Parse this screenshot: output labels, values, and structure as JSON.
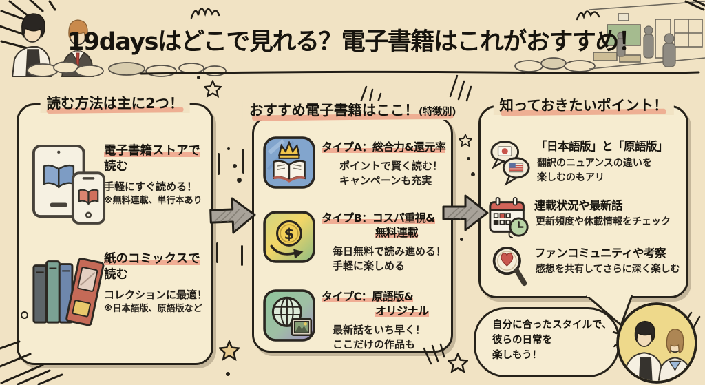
{
  "title": "19daysはどこで見れる？電子書籍はこれがおすすめ！",
  "colors": {
    "paper": "#f1e3c4",
    "panel": "#f6ecd0",
    "ink": "#26221a",
    "accent_pink": "#eda98e",
    "arrow_gray": "#a8a299"
  },
  "left_panel": {
    "header": "読む方法は主に2つ！",
    "items": [
      {
        "icon": "ebook-devices-icon",
        "title1": "電子書籍ストアで",
        "title2": "読む",
        "sub1": "手軽にすぐ読める！",
        "note": "※無料連載、単行本あり"
      },
      {
        "icon": "paper-comics-icon",
        "title1": "紙のコミックスで",
        "title2": "読む",
        "sub1": "コレクションに最適！",
        "note": "※日本語版、原語版など"
      }
    ]
  },
  "middle_panel": {
    "header": "おすすめ電子書籍はここ！",
    "header_note": "(特徴別)",
    "items": [
      {
        "icon": "crown-book-app-icon",
        "title1": "タイプA：総合力&還元率",
        "title2": "",
        "sub1": "ポイントで賢く読む！",
        "sub2": "キャンペーンも充実"
      },
      {
        "icon": "dollar-coin-app-icon",
        "title1": "タイプB：コスパ重視&",
        "title2": "無料連載",
        "sub1": "毎日無料で読み進める！",
        "sub2": "手軽に楽しめる"
      },
      {
        "icon": "globe-app-icon",
        "title1": "タイプC：原語版&",
        "title2": "オリジナル",
        "sub1": "最新話をいち早く！",
        "sub2": "ここだけの作品も"
      }
    ]
  },
  "right_panel": {
    "header": "知っておきたいポイント！",
    "items": [
      {
        "icon": "translation-bubbles-icon",
        "title": "「日本語版」と「原語版」",
        "sub1": "翻訳のニュアンスの違いを",
        "sub2": "楽しむのもアリ"
      },
      {
        "icon": "calendar-clock-icon",
        "title": "連載状況や最新話",
        "sub1": "更新頻度や休載情報をチェック",
        "sub2": ""
      },
      {
        "icon": "magnifier-heart-icon",
        "title": "ファンコミュニティや考察",
        "sub1": "感想を共有してさらに深く楽しむ",
        "sub2": ""
      }
    ]
  },
  "speech_bubble": {
    "line1": "自分に合ったスタイルで、",
    "line2": "彼らの日常を",
    "line3": "楽しもう！"
  }
}
